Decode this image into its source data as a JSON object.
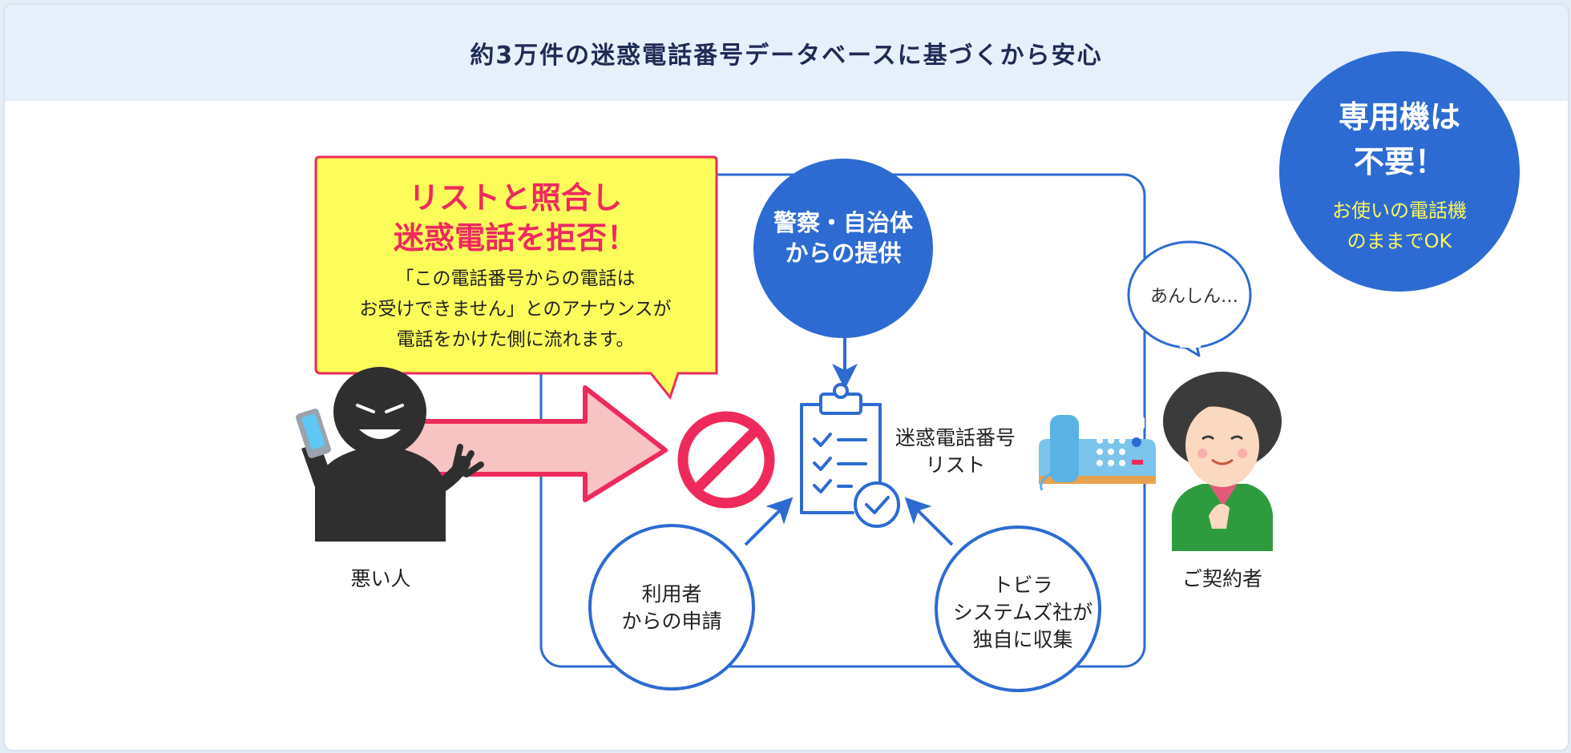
{
  "header": {
    "title": "約3万件の迷惑電話番号データベースに基づくから安心"
  },
  "badge": {
    "title": "専用機は\n不要！",
    "subtitle": "お使いの電話機\nのままでOK"
  },
  "source_police": {
    "label": "警察・自治体\nからの提供"
  },
  "callout": {
    "title": "リストと照合し\n迷惑電話を拒否！",
    "body": "「この電話番号からの電話は\nお受けできません」とのアナウンスが\n電話をかけた側に流れます。"
  },
  "nuisance_list": {
    "label": "迷惑電話番号\nリスト"
  },
  "relief_bubble": {
    "text": "あんしん…"
  },
  "source_user": {
    "label": "利用者\nからの申請"
  },
  "source_tobira": {
    "label": "トビラ\nシステムズ社が\n独自に収集"
  },
  "bad_actor": {
    "label": "悪い人"
  },
  "customer": {
    "label": "ご契約者"
  },
  "colors": {
    "primary_blue": "#2d6bd2",
    "callout_yellow": "#fdfd5a",
    "accent_pink": "#ee2a5c",
    "arrow_fill": "#f7c3c3",
    "badge_text_yellow": "#fff65a"
  }
}
